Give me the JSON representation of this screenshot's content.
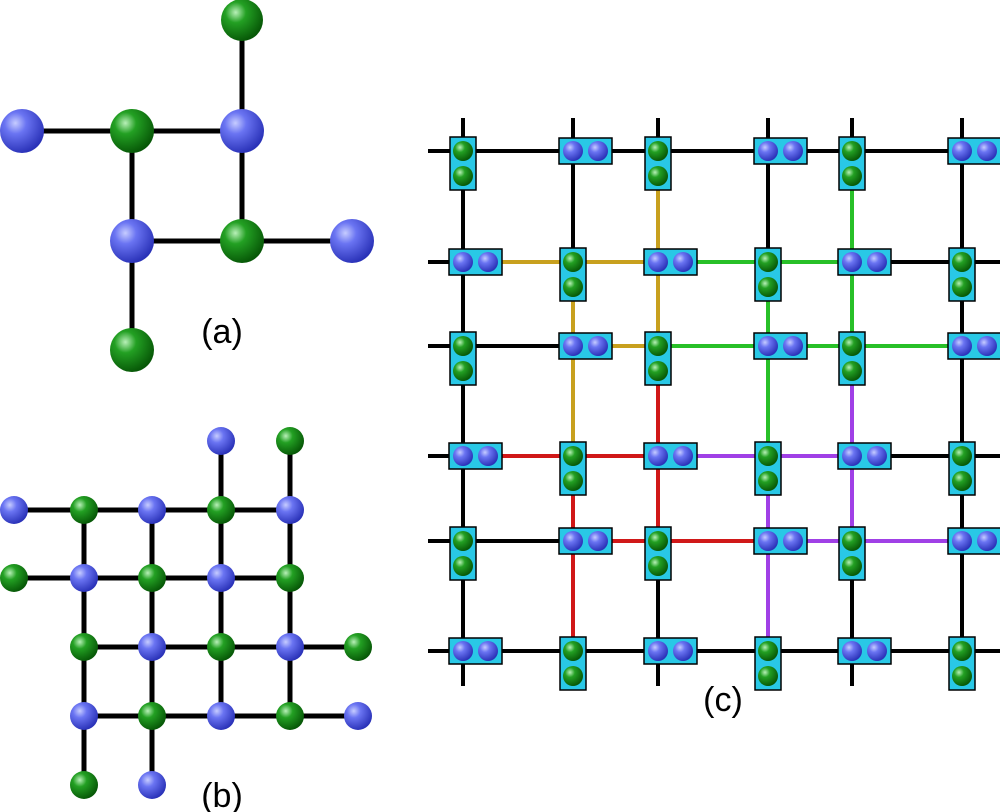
{
  "labels": {
    "a": "(a)",
    "b": "(b)",
    "c": "(c)"
  },
  "colors": {
    "blue_atom": "#4b57e6",
    "green_atom": "#128a12",
    "bond": "#000000",
    "box": "#29c8e6",
    "loop_gold": "#c8a01e",
    "loop_green": "#28c028",
    "loop_red": "#d01818",
    "loop_purple": "#a040e6"
  }
}
